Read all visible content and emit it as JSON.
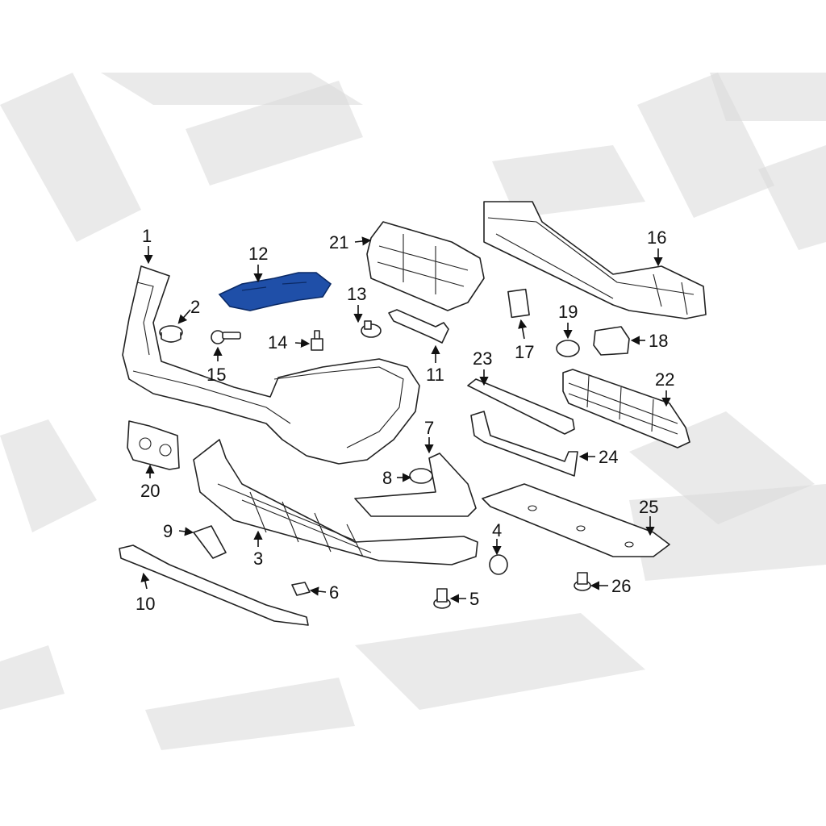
{
  "highlight_color": "#1f4fa8",
  "callouts": {
    "c1": "1",
    "c2": "2",
    "c3": "3",
    "c4": "4",
    "c5": "5",
    "c6": "6",
    "c7": "7",
    "c8": "8",
    "c9": "9",
    "c10": "10",
    "c11": "11",
    "c12": "12",
    "c13": "13",
    "c14": "14",
    "c15": "15",
    "c16": "16",
    "c17": "17",
    "c18": "18",
    "c19": "19",
    "c20": "20",
    "c21": "21",
    "c22": "22",
    "c23": "23",
    "c24": "24",
    "c25": "25",
    "c26": "26"
  },
  "highlighted_part": "12"
}
